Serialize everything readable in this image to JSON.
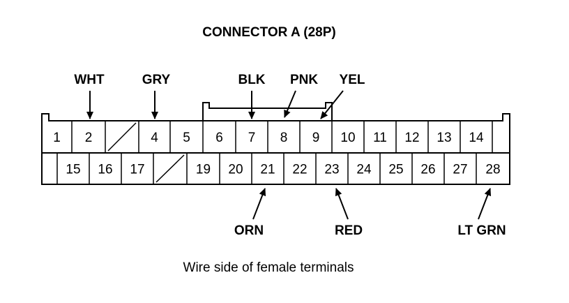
{
  "title": "CONNECTOR A (28P)",
  "caption": "Wire side of female terminals",
  "top_row": [
    "1",
    "2",
    "",
    "4",
    "5",
    "6",
    "7",
    "8",
    "9",
    "10",
    "11",
    "12",
    "13",
    "14",
    ""
  ],
  "bottom_row": [
    "",
    "15",
    "16",
    "17",
    "",
    "19",
    "20",
    "21",
    "22",
    "23",
    "24",
    "25",
    "26",
    "27",
    "28"
  ],
  "wire_labels_top": [
    {
      "label": "WHT",
      "pin": "2"
    },
    {
      "label": "GRY",
      "pin": "4"
    },
    {
      "label": "BLK",
      "pin": "7"
    },
    {
      "label": "PNK",
      "pin": "8"
    },
    {
      "label": "YEL",
      "pin": "9"
    }
  ],
  "wire_labels_bottom": [
    {
      "label": "ORN",
      "pin": "21"
    },
    {
      "label": "RED",
      "pin": "23"
    },
    {
      "label": "LT GRN",
      "pin": "28"
    }
  ]
}
